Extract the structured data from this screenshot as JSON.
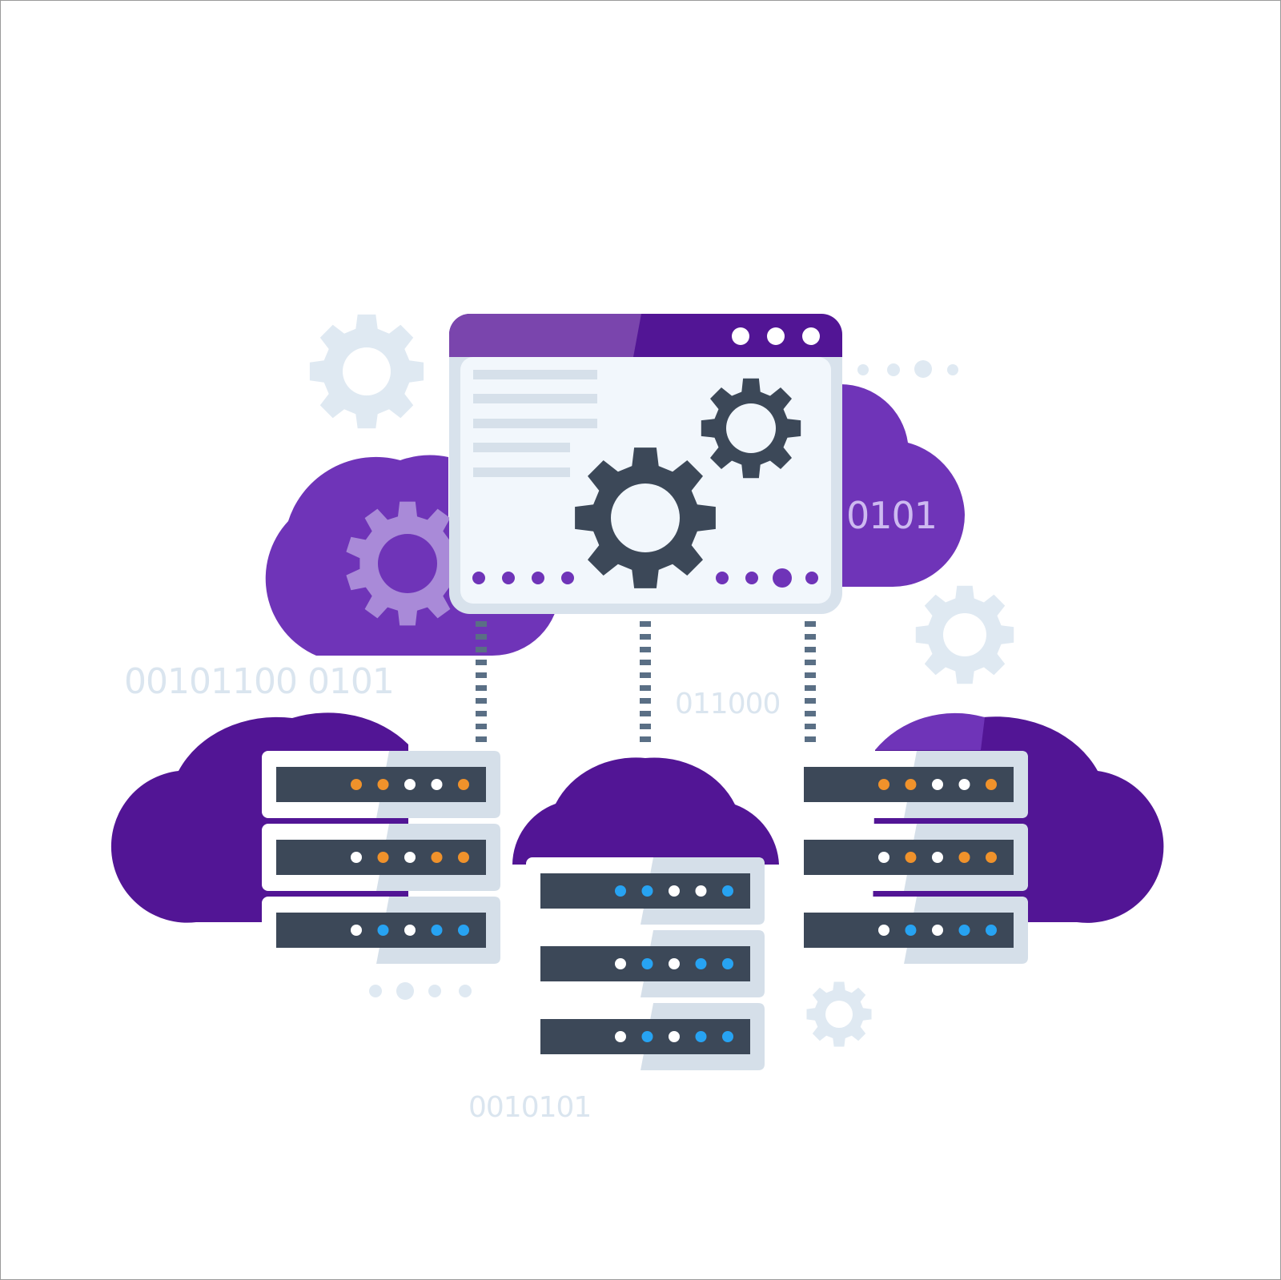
{
  "colors": {
    "cloud_light": "#6f34b8",
    "cloud_dark": "#521595",
    "window_header": "#521595",
    "window_header_light": "#7a45ad",
    "window_body": "#f2f7fc",
    "window_frame": "#d8e2ec",
    "text_line": "#d6e0ea",
    "gear_dark": "#3c4858",
    "gear_light": "#dfe9f2",
    "gear_purple": "#a98ad8",
    "server_body": "#3c4858",
    "server_case": "#ffffff",
    "server_shade": "#d5dfe9",
    "connector": "#5a6f85",
    "led_orange": "#f0922b",
    "led_blue": "#27a3f2",
    "led_white": "#ffffff",
    "binary_text": "#dae5ef",
    "binary_on_cloud": "#cdbaf0"
  },
  "binary_labels": {
    "left": "00101100 0101",
    "center": "011000",
    "bottom": "0010101",
    "cloud": "0101"
  },
  "icons": {
    "window": "browser-window-icon",
    "gears": "gear-icon",
    "servers": "server-rack-icon",
    "clouds": "cloud-icon"
  },
  "server_leds": {
    "left": [
      [
        "orange",
        "orange",
        "white",
        "white",
        "orange"
      ],
      [
        "white",
        "orange",
        "white",
        "orange",
        "orange"
      ],
      [
        "white",
        "blue",
        "white",
        "blue",
        "blue"
      ]
    ],
    "center": [
      [
        "blue",
        "blue",
        "white",
        "white",
        "blue"
      ],
      [
        "white",
        "blue",
        "white",
        "blue",
        "blue"
      ],
      [
        "white",
        "blue",
        "white",
        "blue",
        "blue"
      ]
    ],
    "right": [
      [
        "orange",
        "orange",
        "white",
        "white",
        "orange"
      ],
      [
        "white",
        "orange",
        "white",
        "orange",
        "orange"
      ],
      [
        "white",
        "blue",
        "white",
        "blue",
        "blue"
      ]
    ]
  }
}
